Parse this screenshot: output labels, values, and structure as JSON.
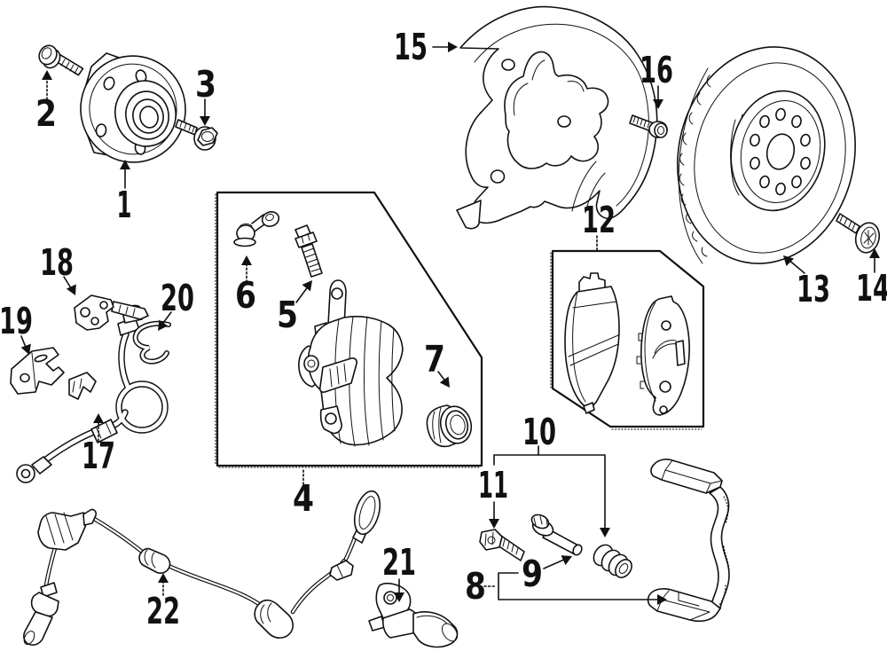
{
  "diagram": {
    "background": "#ffffff",
    "line_color": "#111111",
    "style": "exploded-parts-line-art"
  },
  "callouts": [
    {
      "num": "1",
      "part": "wheel-hub-bearing-assembly"
    },
    {
      "num": "2",
      "part": "hub-mount-bolt"
    },
    {
      "num": "3",
      "part": "hub-flange-bolt"
    },
    {
      "num": "4",
      "part": "brake-caliper-assembly-box"
    },
    {
      "num": "5",
      "part": "banjo-bolt"
    },
    {
      "num": "6",
      "part": "bleeder-valve"
    },
    {
      "num": "7",
      "part": "caliper-piston"
    },
    {
      "num": "8",
      "part": "caliper-mount-bracket"
    },
    {
      "num": "9",
      "part": "guide-pin"
    },
    {
      "num": "10",
      "part": "guide-pin-bushing"
    },
    {
      "num": "11",
      "part": "bracket-mount-bolt"
    },
    {
      "num": "12",
      "part": "brake-pad-set-box"
    },
    {
      "num": "13",
      "part": "brake-rotor"
    },
    {
      "num": "14",
      "part": "rotor-set-screw"
    },
    {
      "num": "15",
      "part": "splash-shield"
    },
    {
      "num": "16",
      "part": "shield-bolt"
    },
    {
      "num": "17",
      "part": "brake-hydraulic-hose"
    },
    {
      "num": "18",
      "part": "hose-bracket-upper"
    },
    {
      "num": "19",
      "part": "hose-bracket-lower"
    },
    {
      "num": "20",
      "part": "retainer-clip"
    },
    {
      "num": "21",
      "part": "abs-wheel-speed-sensor"
    },
    {
      "num": "22",
      "part": "abs-sensor-wire-harness"
    }
  ]
}
